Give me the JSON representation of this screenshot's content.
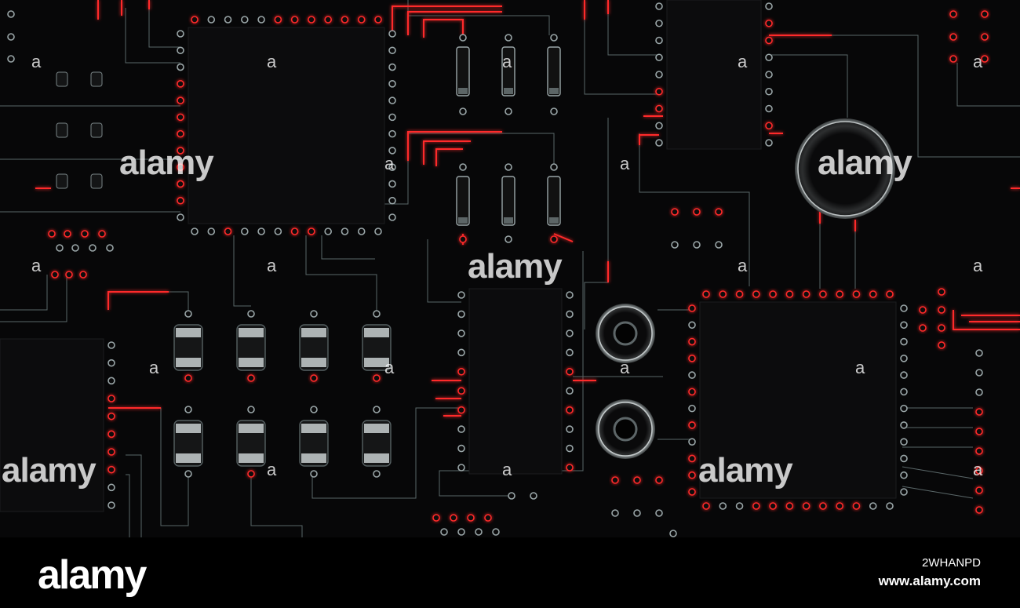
{
  "scene": {
    "subject": "dark circuit board with red-glowing traces and chips",
    "colors": {
      "board": "#070708",
      "trace": "#6f7f80",
      "glow": "#ff2a2a",
      "chip": "#0c0c0d",
      "pin": "#9aa6a8"
    }
  },
  "watermark": {
    "large": "alamy",
    "small": "a"
  },
  "footer": {
    "logo": "alamy",
    "image_id": "2WHANPD",
    "url": "www.alamy.com"
  }
}
